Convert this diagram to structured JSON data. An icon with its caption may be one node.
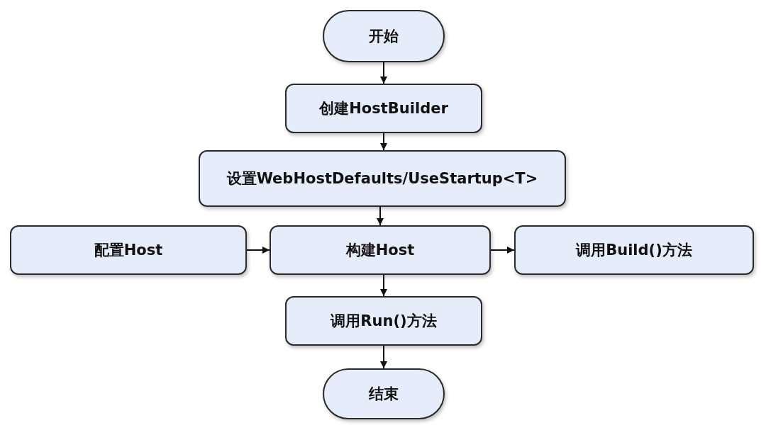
{
  "diagram": {
    "nodes": [
      {
        "text": [
          "开始"
        ]
      },
      {
        "text": [
          "创建HostBuilder"
        ]
      },
      {
        "text": [
          "设置WebHostDefaults/UseStartup<T>"
        ]
      },
      {
        "text": [
          "配置Host"
        ]
      },
      {
        "text": [
          "构建Host"
        ]
      },
      {
        "text": [
          "调用Build()方法"
        ]
      },
      {
        "text": [
          "调用Run()方法"
        ]
      },
      {
        "text": [
          "结束"
        ]
      }
    ],
    "edges": [
      {
        "from": 0,
        "to": 1,
        "arrow": "to"
      },
      {
        "from": 1,
        "to": 2,
        "arrow": "to"
      },
      {
        "from": 2,
        "to": 4,
        "arrow": "to"
      },
      {
        "from": 3,
        "to": 4,
        "arrow": "to"
      },
      {
        "from": 4,
        "to": 5,
        "arrow": "to"
      },
      {
        "from": 4,
        "to": 6,
        "arrow": "to"
      },
      {
        "from": 6,
        "to": 7,
        "arrow": "to"
      }
    ]
  }
}
